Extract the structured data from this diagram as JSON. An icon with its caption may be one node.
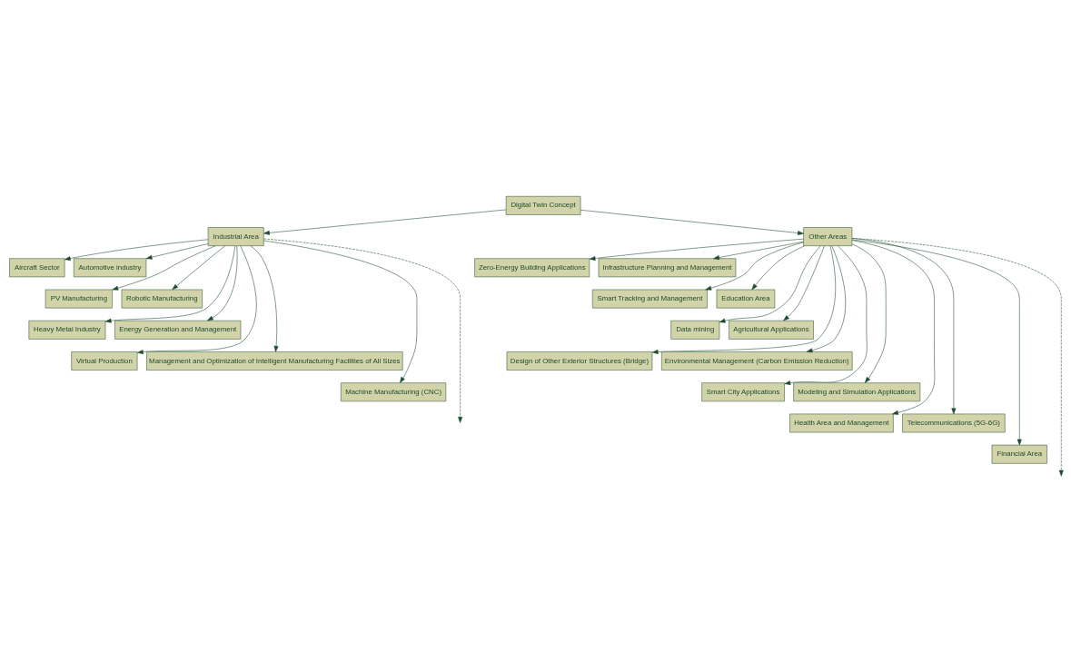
{
  "diagram": {
    "nodes": [
      {
        "text": [
          "Digital Twin Concept"
        ]
      },
      {
        "text": [
          "Industrial Area"
        ]
      },
      {
        "text": [
          "Other Areas"
        ]
      },
      {
        "text": [
          "Aircraft Sector"
        ]
      },
      {
        "text": [
          "Automotive industry"
        ]
      },
      {
        "text": [
          "PV Manufacturing"
        ]
      },
      {
        "text": [
          "Robotic Manufacturing"
        ]
      },
      {
        "text": [
          "Heavy Metal Industry"
        ]
      },
      {
        "text": [
          "Energy Generation and Management"
        ]
      },
      {
        "text": [
          "Virtual Production"
        ]
      },
      {
        "text": [
          "Management and Optimization of Intelligent Manufacturing Facilities of All Sizes"
        ]
      },
      {
        "text": [
          "Machine Manufacturing (CNC)"
        ]
      },
      {
        "text": [
          "Zero-Energy Building Applications"
        ]
      },
      {
        "text": [
          "Infrastructure Planning and Management"
        ]
      },
      {
        "text": [
          "Smart Tracking and Management"
        ]
      },
      {
        "text": [
          "Education Area"
        ]
      },
      {
        "text": [
          "Data mining"
        ]
      },
      {
        "text": [
          "Agricultural Applications"
        ]
      },
      {
        "text": [
          "Design of Other Exterior Structures (Bridge)"
        ]
      },
      {
        "text": [
          "Environmental Management (Carbon Emission Reduction)"
        ]
      },
      {
        "text": [
          "Smart City Applications"
        ]
      },
      {
        "text": [
          "Modeling and Simulation Applications"
        ]
      },
      {
        "text": [
          "Health Area and Management"
        ]
      },
      {
        "text": [
          "Telecommunications (5G-6G)"
        ]
      },
      {
        "text": [
          "Financial Area"
        ]
      }
    ],
    "edges": [
      {
        "from": 0,
        "to": 1,
        "arrow": "to"
      },
      {
        "from": 0,
        "to": 2,
        "arrow": "to"
      },
      {
        "from": 1,
        "to": 3,
        "arrow": "to"
      },
      {
        "from": 1,
        "to": 4,
        "arrow": "to"
      },
      {
        "from": 1,
        "to": 5,
        "arrow": "to"
      },
      {
        "from": 1,
        "to": 6,
        "arrow": "to"
      },
      {
        "from": 1,
        "to": 7,
        "arrow": "to"
      },
      {
        "from": 1,
        "to": 8,
        "arrow": "to"
      },
      {
        "from": 1,
        "to": 9,
        "arrow": "to"
      },
      {
        "from": 1,
        "to": 10,
        "arrow": "to"
      },
      {
        "from": 1,
        "to": 11,
        "arrow": "to"
      },
      {
        "from": 1,
        "to": null,
        "arrow": "to",
        "style": "dashed"
      },
      {
        "from": 2,
        "to": 12,
        "arrow": "to"
      },
      {
        "from": 2,
        "to": 13,
        "arrow": "to"
      },
      {
        "from": 2,
        "to": 14,
        "arrow": "to"
      },
      {
        "from": 2,
        "to": 15,
        "arrow": "to"
      },
      {
        "from": 2,
        "to": 16,
        "arrow": "to"
      },
      {
        "from": 2,
        "to": 17,
        "arrow": "to"
      },
      {
        "from": 2,
        "to": 18,
        "arrow": "to"
      },
      {
        "from": 2,
        "to": 19,
        "arrow": "to"
      },
      {
        "from": 2,
        "to": 20,
        "arrow": "to"
      },
      {
        "from": 2,
        "to": 21,
        "arrow": "to"
      },
      {
        "from": 2,
        "to": 22,
        "arrow": "to"
      },
      {
        "from": 2,
        "to": 23,
        "arrow": "to"
      },
      {
        "from": 2,
        "to": 24,
        "arrow": "to"
      },
      {
        "from": 2,
        "to": null,
        "arrow": "to",
        "style": "dashed"
      }
    ]
  }
}
